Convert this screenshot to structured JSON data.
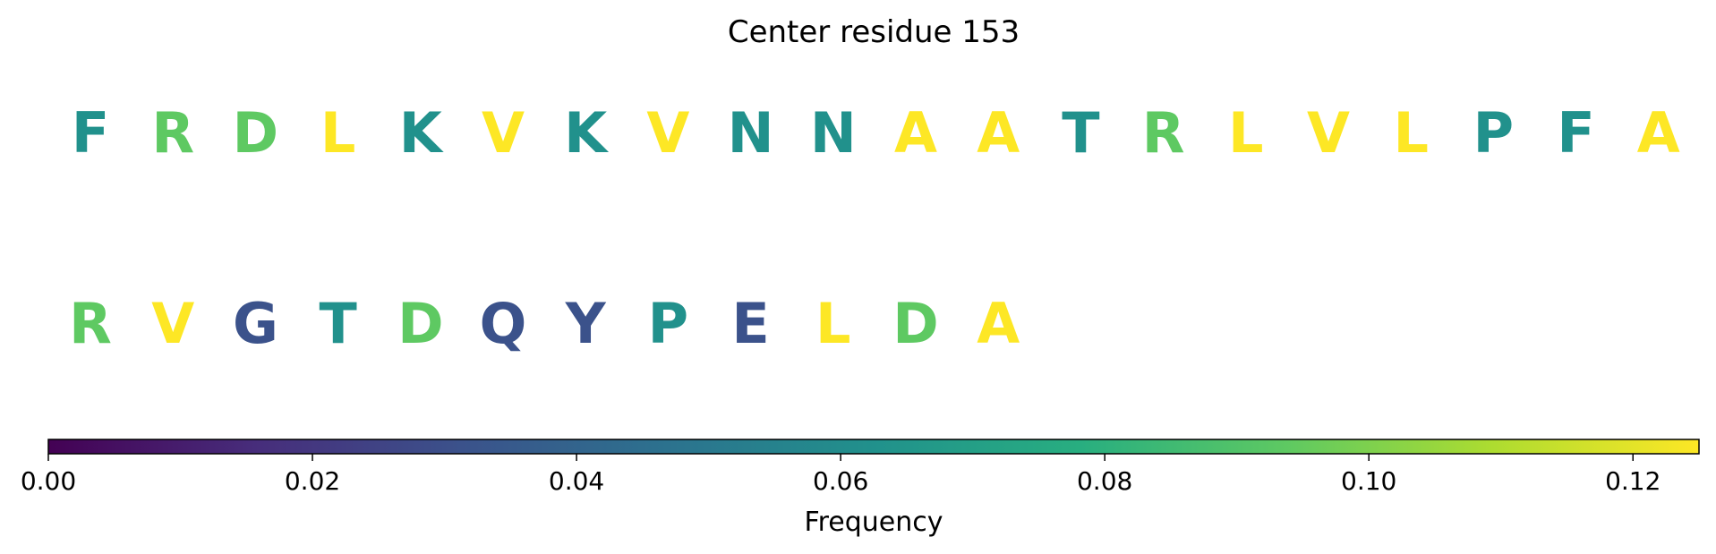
{
  "chart_data": {
    "type": "sequence_logo_colored_residues",
    "title": "Center residue 153",
    "colorbar": {
      "label": "Frequency",
      "colormap": "viridis",
      "range": [
        0,
        0.125
      ],
      "ticks": [
        "0.00",
        "0.02",
        "0.04",
        "0.06",
        "0.08",
        "0.10",
        "0.12"
      ]
    },
    "rows": [
      [
        {
          "letter": "F",
          "frequency": 0.0625
        },
        {
          "letter": "R",
          "frequency": 0.09375
        },
        {
          "letter": "D",
          "frequency": 0.09375
        },
        {
          "letter": "L",
          "frequency": 0.125
        },
        {
          "letter": "K",
          "frequency": 0.0625
        },
        {
          "letter": "V",
          "frequency": 0.125
        },
        {
          "letter": "K",
          "frequency": 0.0625
        },
        {
          "letter": "V",
          "frequency": 0.125
        },
        {
          "letter": "N",
          "frequency": 0.0625
        },
        {
          "letter": "N",
          "frequency": 0.0625
        },
        {
          "letter": "A",
          "frequency": 0.125
        },
        {
          "letter": "A",
          "frequency": 0.125
        },
        {
          "letter": "T",
          "frequency": 0.0625
        },
        {
          "letter": "R",
          "frequency": 0.09375
        },
        {
          "letter": "L",
          "frequency": 0.125
        },
        {
          "letter": "V",
          "frequency": 0.125
        },
        {
          "letter": "L",
          "frequency": 0.125
        },
        {
          "letter": "P",
          "frequency": 0.0625
        },
        {
          "letter": "F",
          "frequency": 0.0625
        },
        {
          "letter": "A",
          "frequency": 0.125
        }
      ],
      [
        {
          "letter": "R",
          "frequency": 0.09375
        },
        {
          "letter": "V",
          "frequency": 0.125
        },
        {
          "letter": "G",
          "frequency": 0.03125
        },
        {
          "letter": "T",
          "frequency": 0.0625
        },
        {
          "letter": "D",
          "frequency": 0.09375
        },
        {
          "letter": "Q",
          "frequency": 0.03125
        },
        {
          "letter": "Y",
          "frequency": 0.03125
        },
        {
          "letter": "P",
          "frequency": 0.0625
        },
        {
          "letter": "E",
          "frequency": 0.03125
        },
        {
          "letter": "L",
          "frequency": 0.125
        },
        {
          "letter": "D",
          "frequency": 0.09375
        },
        {
          "letter": "A",
          "frequency": 0.125
        }
      ]
    ]
  }
}
